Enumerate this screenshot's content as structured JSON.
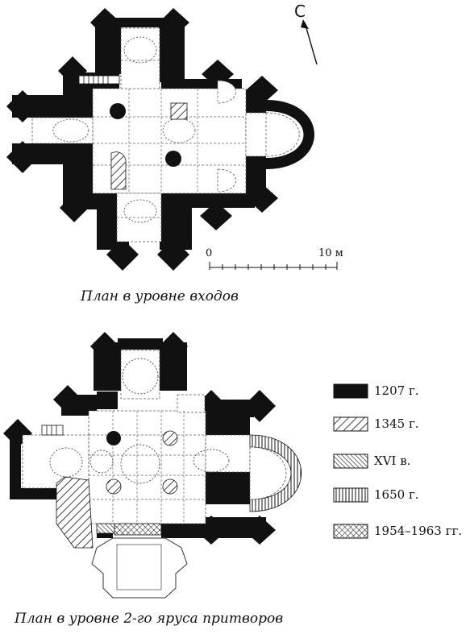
{
  "north": {
    "label": "С"
  },
  "scale": {
    "start": "0",
    "end": "10 м"
  },
  "captions": {
    "top": "План в уровне входов",
    "bottom": "План в уровне 2-го яруса притворов"
  },
  "legend": [
    {
      "label": "1207 г.",
      "pattern": "solid"
    },
    {
      "label": "1345 г.",
      "pattern": "diagonal-wide"
    },
    {
      "label": "XVI в.",
      "pattern": "diagonal-dense"
    },
    {
      "label": "1650 г.",
      "pattern": "vertical"
    },
    {
      "label": "1954–1963 гг.",
      "pattern": "crosshatch"
    }
  ]
}
